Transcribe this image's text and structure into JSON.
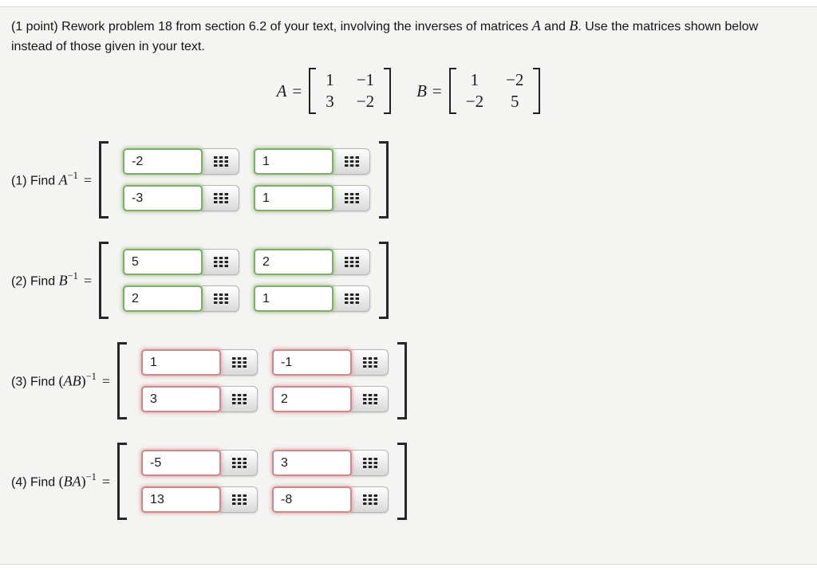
{
  "colors": {
    "panel_background": "#f4f4f2",
    "correct_border": "#82aa6c",
    "incorrect_border": "#cb8989",
    "input_text": "#1b1b1b"
  },
  "intro": {
    "text1": "(1 point) Rework problem 18 from section 6.2 of your text, involving the inverses of matrices ",
    "var_a": "A",
    "text2": " and ",
    "var_b": "B",
    "text3": ". Use the matrices shown below instead of those given in your text."
  },
  "matrix_display": {
    "A": {
      "name": "A",
      "equals": "=",
      "entries": [
        [
          "1",
          "−1"
        ],
        [
          "3",
          "−2"
        ]
      ]
    },
    "B": {
      "name": "B",
      "equals": "=",
      "entries": [
        [
          "1",
          "−2"
        ],
        [
          "−2",
          "5"
        ]
      ]
    }
  },
  "problems": [
    {
      "label_prefix": "(1) Find",
      "var_open": "",
      "var_letters": "A",
      "var_close": "",
      "exponent": "−1",
      "equals": "=",
      "status": "correct",
      "values": [
        [
          "-2",
          "1"
        ],
        [
          "-3",
          "1"
        ]
      ]
    },
    {
      "label_prefix": "(2) Find",
      "var_open": "",
      "var_letters": "B",
      "var_close": "",
      "exponent": "−1",
      "equals": "=",
      "status": "correct",
      "values": [
        [
          "5",
          "2"
        ],
        [
          "2",
          "1"
        ]
      ]
    },
    {
      "label_prefix": "(3) Find",
      "var_open": "(",
      "var_letters": "AB",
      "var_close": ")",
      "exponent": "−1",
      "equals": "=",
      "status": "incorrect",
      "values": [
        [
          "1",
          "-1"
        ],
        [
          "3",
          "2"
        ]
      ]
    },
    {
      "label_prefix": "(4) Find",
      "var_open": "(",
      "var_letters": "BA",
      "var_close": ")",
      "exponent": "−1",
      "equals": "=",
      "status": "incorrect",
      "values": [
        [
          "-5",
          "3"
        ],
        [
          "13",
          "-8"
        ]
      ]
    }
  ]
}
